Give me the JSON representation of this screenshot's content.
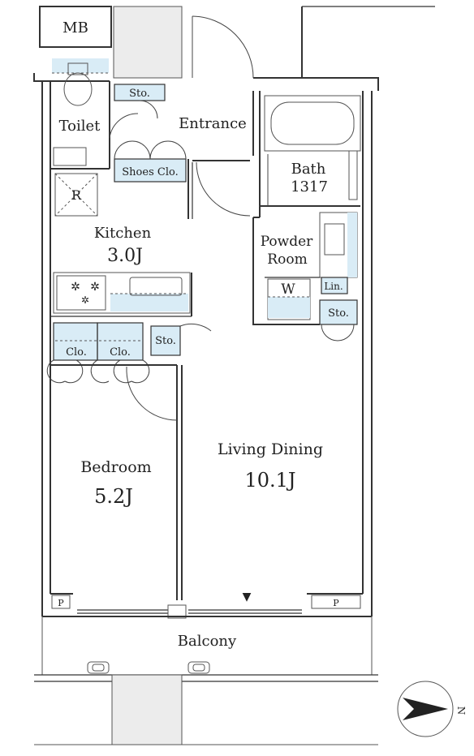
{
  "labels": {
    "mb": "MB",
    "toilet": "Toilet",
    "sto_top": "Sto.",
    "entrance": "Entrance",
    "shoes_clo": "Shoes Clo.",
    "bath": "Bath",
    "bath_size": "1317",
    "r": "R",
    "kitchen": "Kitchen",
    "kitchen_size": "3.0J",
    "powder_room_1": "Powder",
    "powder_room_2": "Room",
    "w": "W",
    "lin": "Lin.",
    "sto_right": "Sto.",
    "clo_1": "Clo.",
    "clo_2": "Clo.",
    "sto_mid": "Sto.",
    "living_dining": "Living Dining",
    "living_size": "10.1J",
    "bedroom": "Bedroom",
    "bedroom_size": "5.2J",
    "p_left": "P",
    "p_right": "P",
    "balcony": "Balcony",
    "compass_n": "N"
  },
  "colors": {
    "wall": "#333333",
    "storage_blue": "#d9ecf6",
    "storage_outline": "#7fb6d6",
    "shaft_gray": "#ececec"
  }
}
